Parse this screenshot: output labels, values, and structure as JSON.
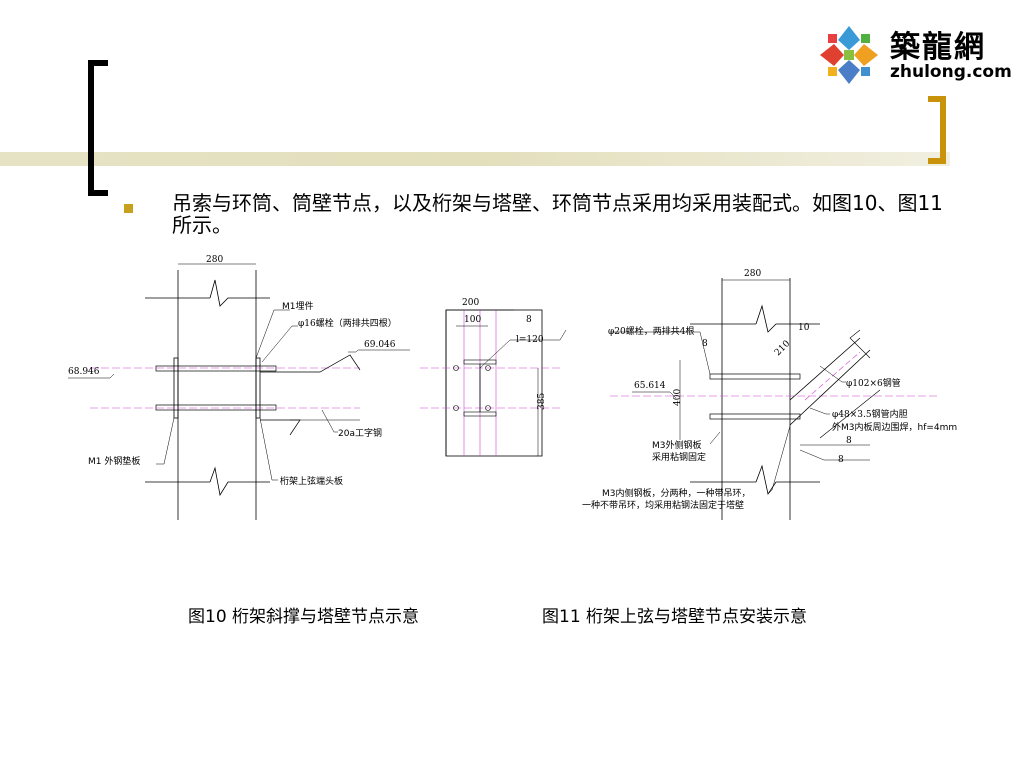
{
  "logo": {
    "cn": "築龍網",
    "en": "zhulong.com"
  },
  "body": {
    "text": "吊索与环筒、筒壁节点，以及桁架与塔壁、环筒节点采用均采用装配式。如图10、图11所示。"
  },
  "fig10": {
    "dim_top": "280",
    "label_m1": "M1埋件",
    "label_bolt": "φ16螺栓（两排共四根）",
    "elev_right": "69.046",
    "elev_left": "68.946",
    "label_beam": "20a工字钢",
    "label_plate": "M1 外钢垫板",
    "label_end": "桁架上弦端头板",
    "dim_200": "200",
    "dim_100": "100",
    "dim_8": "8",
    "dim_l": "l=120",
    "dim_385": "385",
    "caption": "图10  桁架斜撑与塔壁节点示意"
  },
  "fig11": {
    "dim_top": "280",
    "dim_10": "10",
    "label_bolt": "φ20螺栓，两排共4根",
    "dim_8a": "8",
    "dim_210": "210",
    "elev": "65.614",
    "label_pipe": "φ102×6钢管",
    "dim_400": "400",
    "label_inner_pipe": "φ48×3.5钢管内胆",
    "label_weld": "外M3内板周边围焊，hf=4mm",
    "dim_8b": "8",
    "dim_8c": "8",
    "label_outer_plate_1": "M3外侧钢板",
    "label_outer_plate_2": "采用粘钢固定",
    "label_inner_plate_1": "M3内侧钢板，分两种，一种带吊环，",
    "label_inner_plate_2": "一种不带吊环，均采用粘钢法固定于塔壁",
    "caption": "图11  桁架上弦与塔壁节点安装示意"
  },
  "colors": {
    "accent_gold": "#c8920a",
    "bullet": "#c8a020",
    "band": "#e3dfbc",
    "magenta": "#d040d0"
  }
}
